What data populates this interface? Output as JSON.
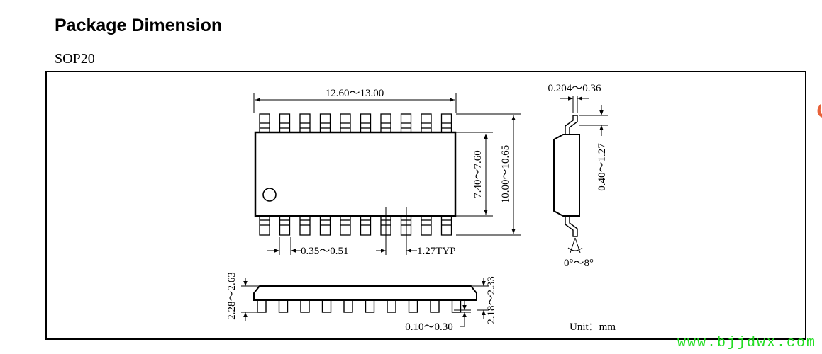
{
  "document": {
    "title": "Package Dimension",
    "package": "SOP20"
  },
  "drawing": {
    "top_view": {
      "body_length": "12.60～13.00",
      "body_width": "7.40～7.60",
      "overall_width": "10.00～10.65",
      "lead_width": "0.35～0.51",
      "lead_pitch": "1.27TYP"
    },
    "side_view": {
      "lead_thickness": "0.204～0.36",
      "lead_foot_length": "0.40～1.27",
      "lead_angle": "0°～8°"
    },
    "front_view": {
      "package_height": "2.28～2.63",
      "body_height": "2.18～2.33",
      "standoff": "0.10～0.30"
    },
    "units": "Unit：mm"
  },
  "watermark": "www.bjjdwx.com",
  "colors": {
    "ink": "#000000",
    "watermark": "#22dd22",
    "edge_mark": "#e8623a"
  }
}
